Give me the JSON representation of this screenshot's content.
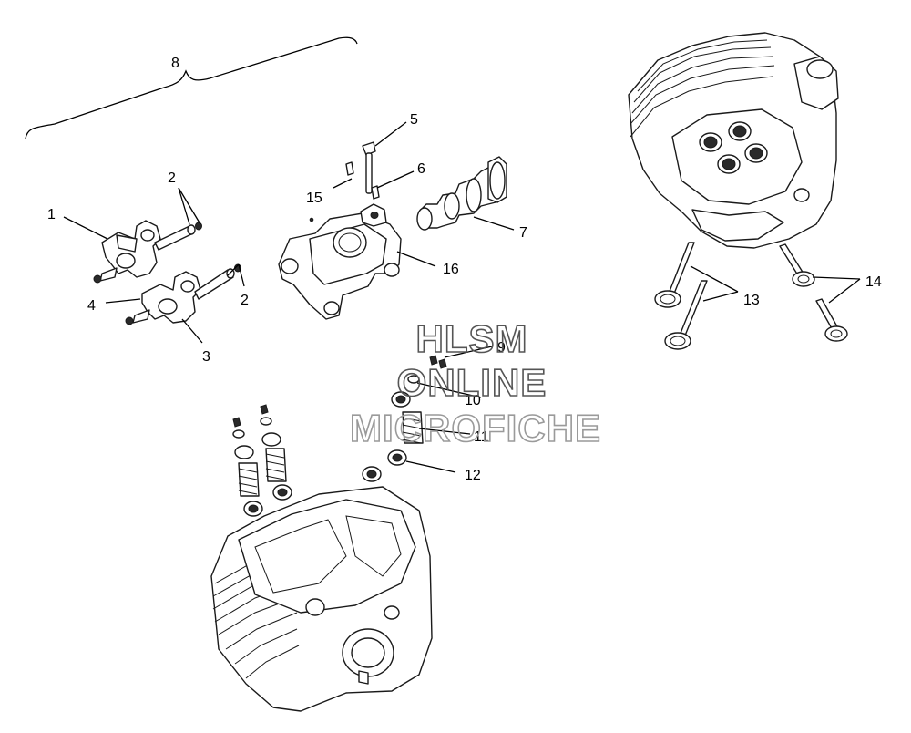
{
  "diagram": {
    "callouts": {
      "c1": "1",
      "c2a": "2",
      "c2b": "2",
      "c3": "3",
      "c4": "4",
      "c5": "5",
      "c6": "6",
      "c7": "7",
      "c8": "8",
      "c9": "9",
      "c10": "10",
      "c11": "11",
      "c12": "12",
      "c13": "13",
      "c14": "14",
      "c15": "15",
      "c16": "16"
    }
  },
  "watermark": {
    "line1": "HLSM",
    "line2": "ONLINE",
    "line3": "MICROFICHE"
  },
  "colors": {
    "line": "#1a1a1a",
    "watermark": "#9a9a9a",
    "background": "#ffffff"
  }
}
